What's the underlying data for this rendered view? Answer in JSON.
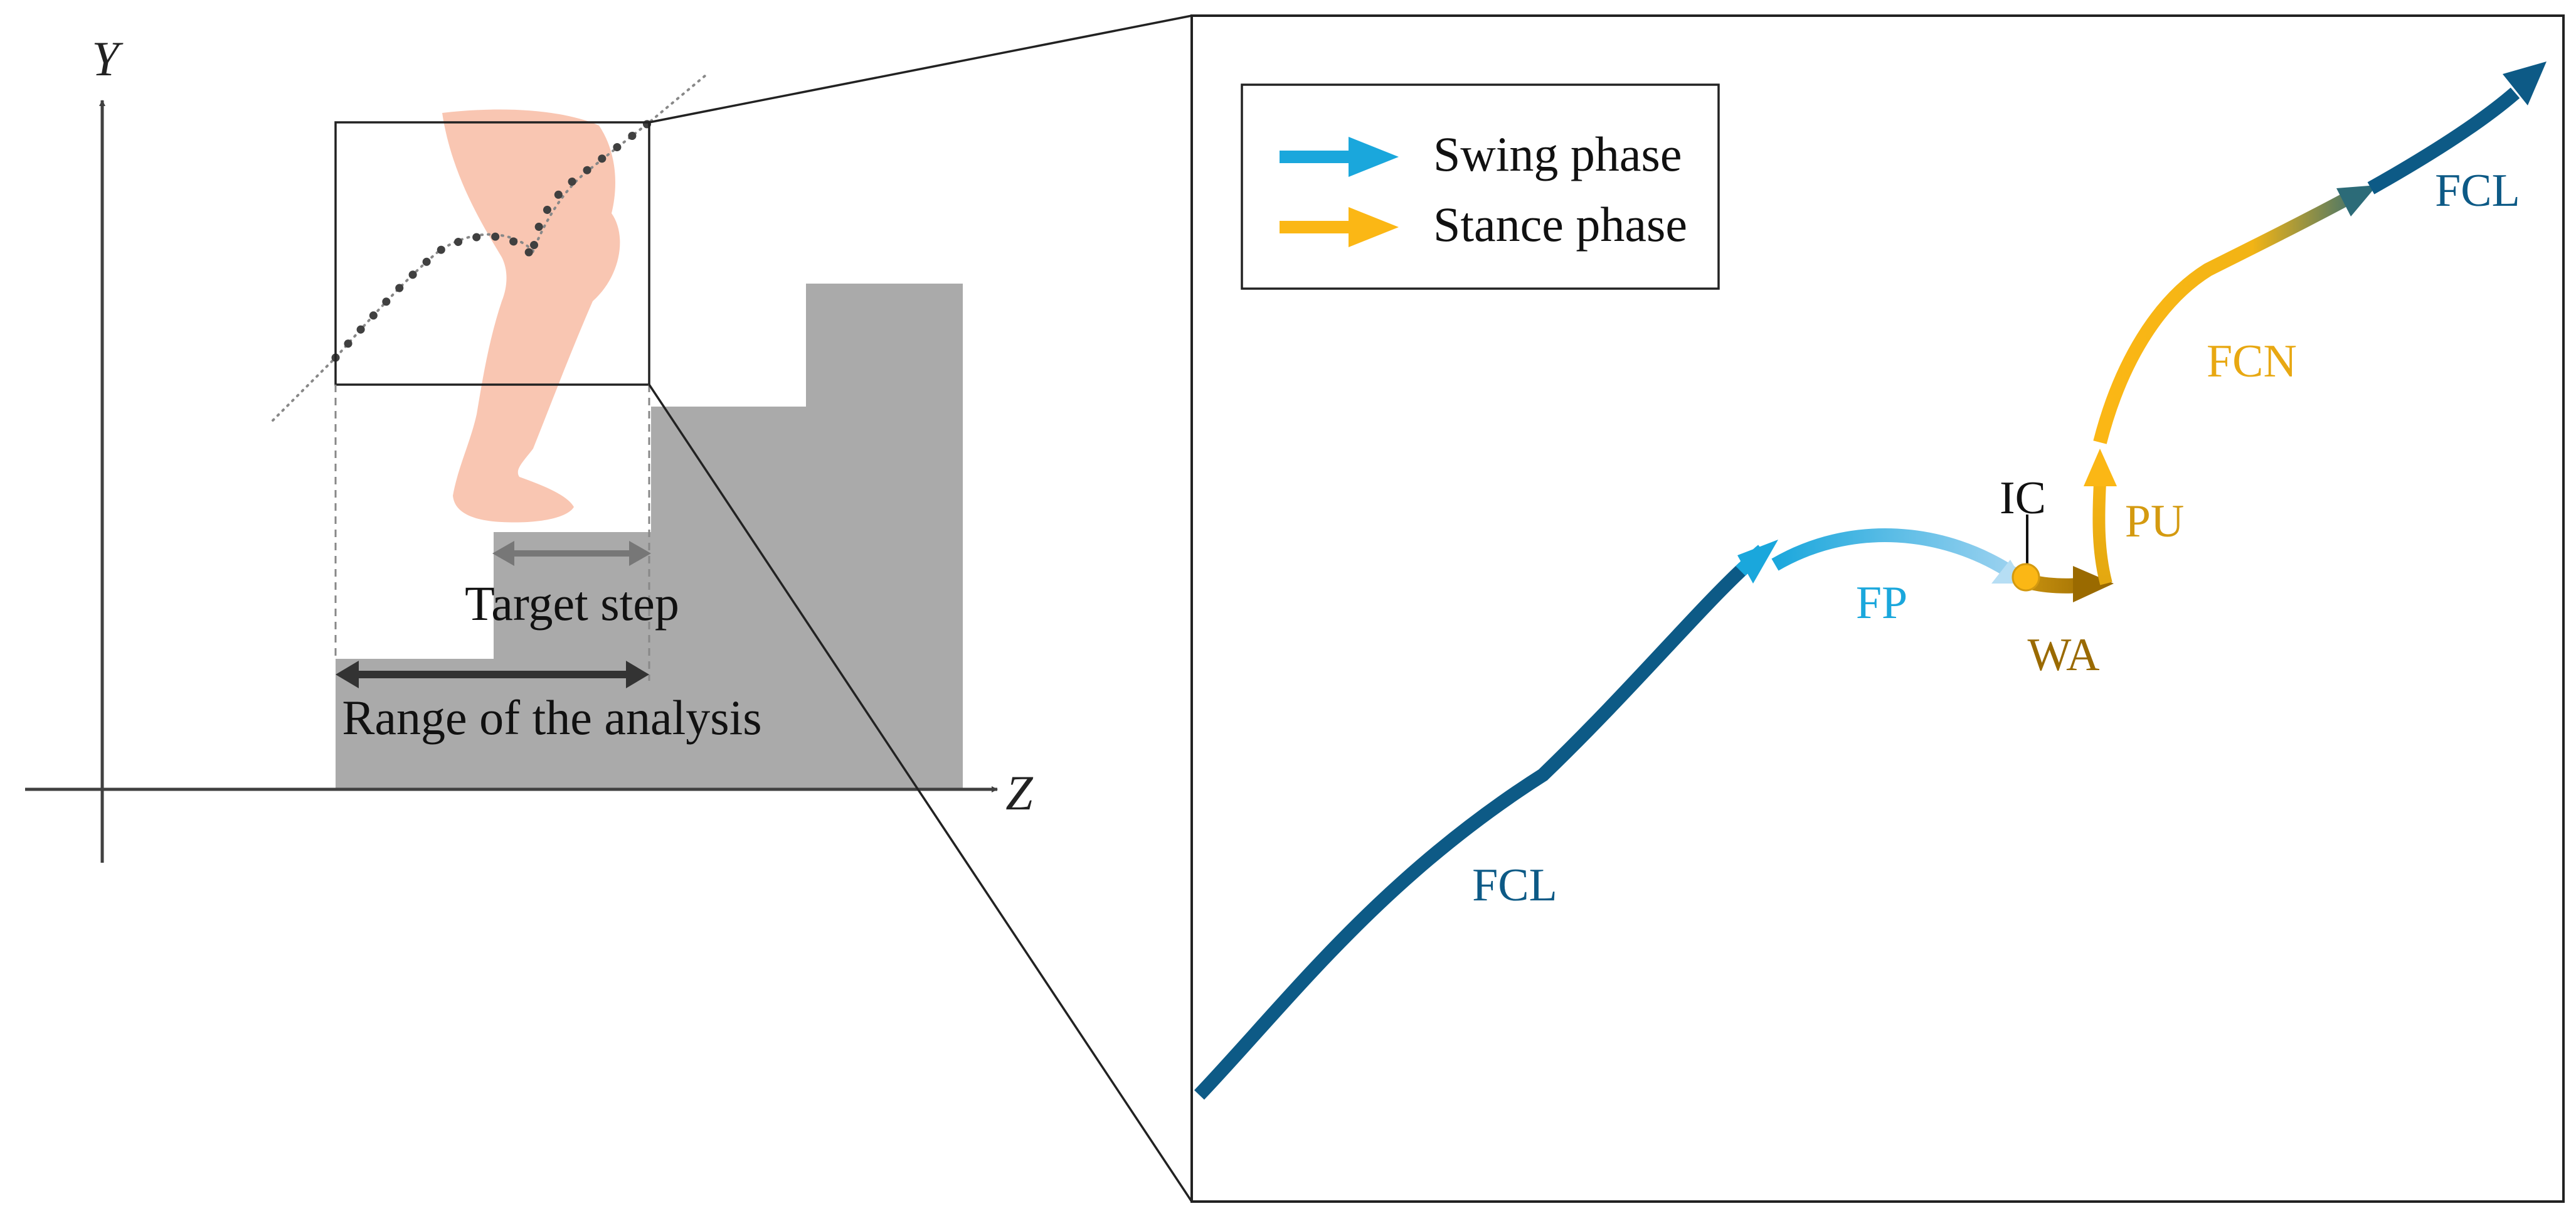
{
  "left_panel": {
    "axis_y_label": "Y",
    "axis_z_label": "Z",
    "target_step_label": "Target step",
    "range_label": "Range of the analysis"
  },
  "right_panel": {
    "legend": {
      "swing_label": "Swing phase",
      "stance_label": "Stance phase"
    },
    "phases": {
      "fcl_lower": "FCL",
      "fp": "FP",
      "ic": "IC",
      "wa": "WA",
      "pu": "PU",
      "fcn": "FCN",
      "fcl_upper": "FCL"
    }
  },
  "colors": {
    "swing_blue": "#1aa7dc",
    "stance_orange": "#fbb715",
    "dark_blue": "#0d5a86",
    "light_blue": "#82c6ec",
    "dark_gold": "#9a6a00",
    "gold": "#d49a10",
    "stair_gray": "#aaaaaa",
    "leg_pink": "#f9c6b2"
  }
}
